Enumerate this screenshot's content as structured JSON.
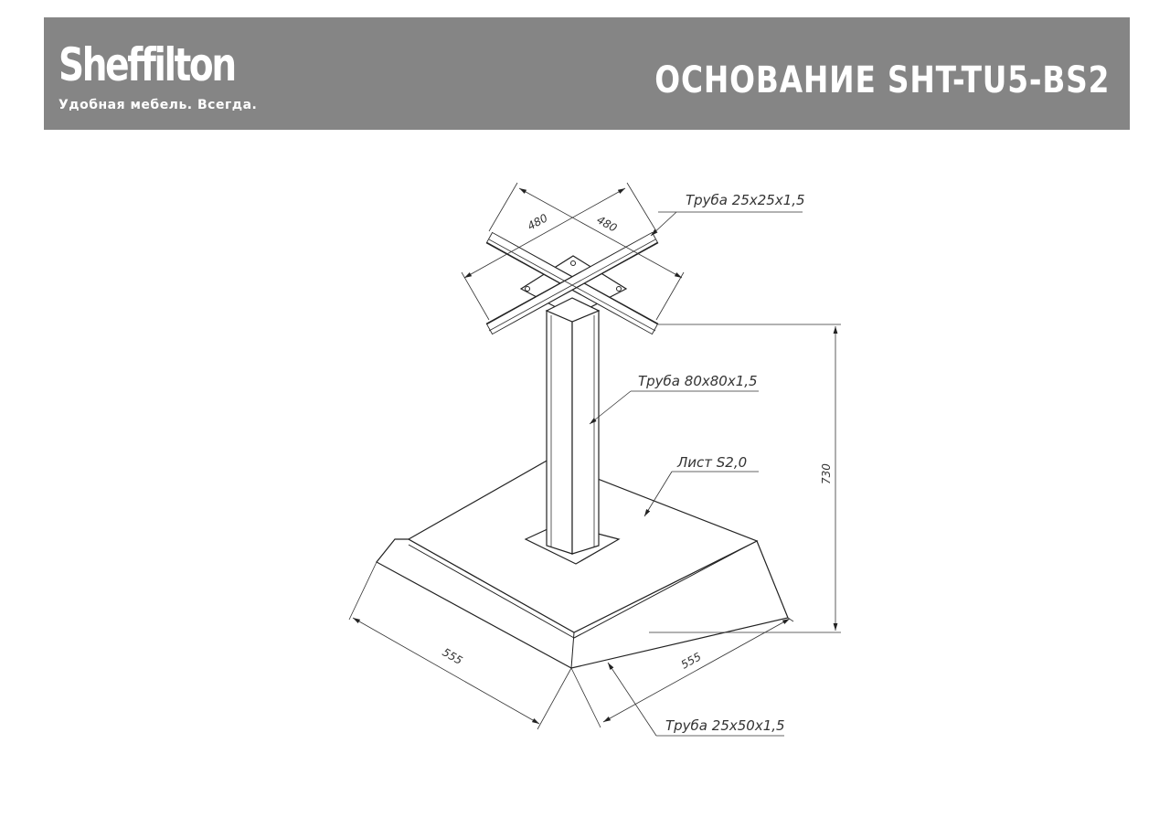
{
  "header": {
    "logo_text": "Sheffilton",
    "tagline": "Удобная мебель. Всегда.",
    "title": "ОСНОВАНИЕ SHT-TU5-BS2"
  },
  "drawing": {
    "labels": {
      "top_cross": "Труба 25x25x1,5",
      "column": "Труба 80x80x1,5",
      "base_sheet": "Лист S2,0",
      "base_frame": "Труба 25x50x1,5"
    },
    "dimensions": {
      "cross_a": "480",
      "cross_b": "480",
      "height": "730",
      "base_left": "555",
      "base_right": "555"
    }
  }
}
